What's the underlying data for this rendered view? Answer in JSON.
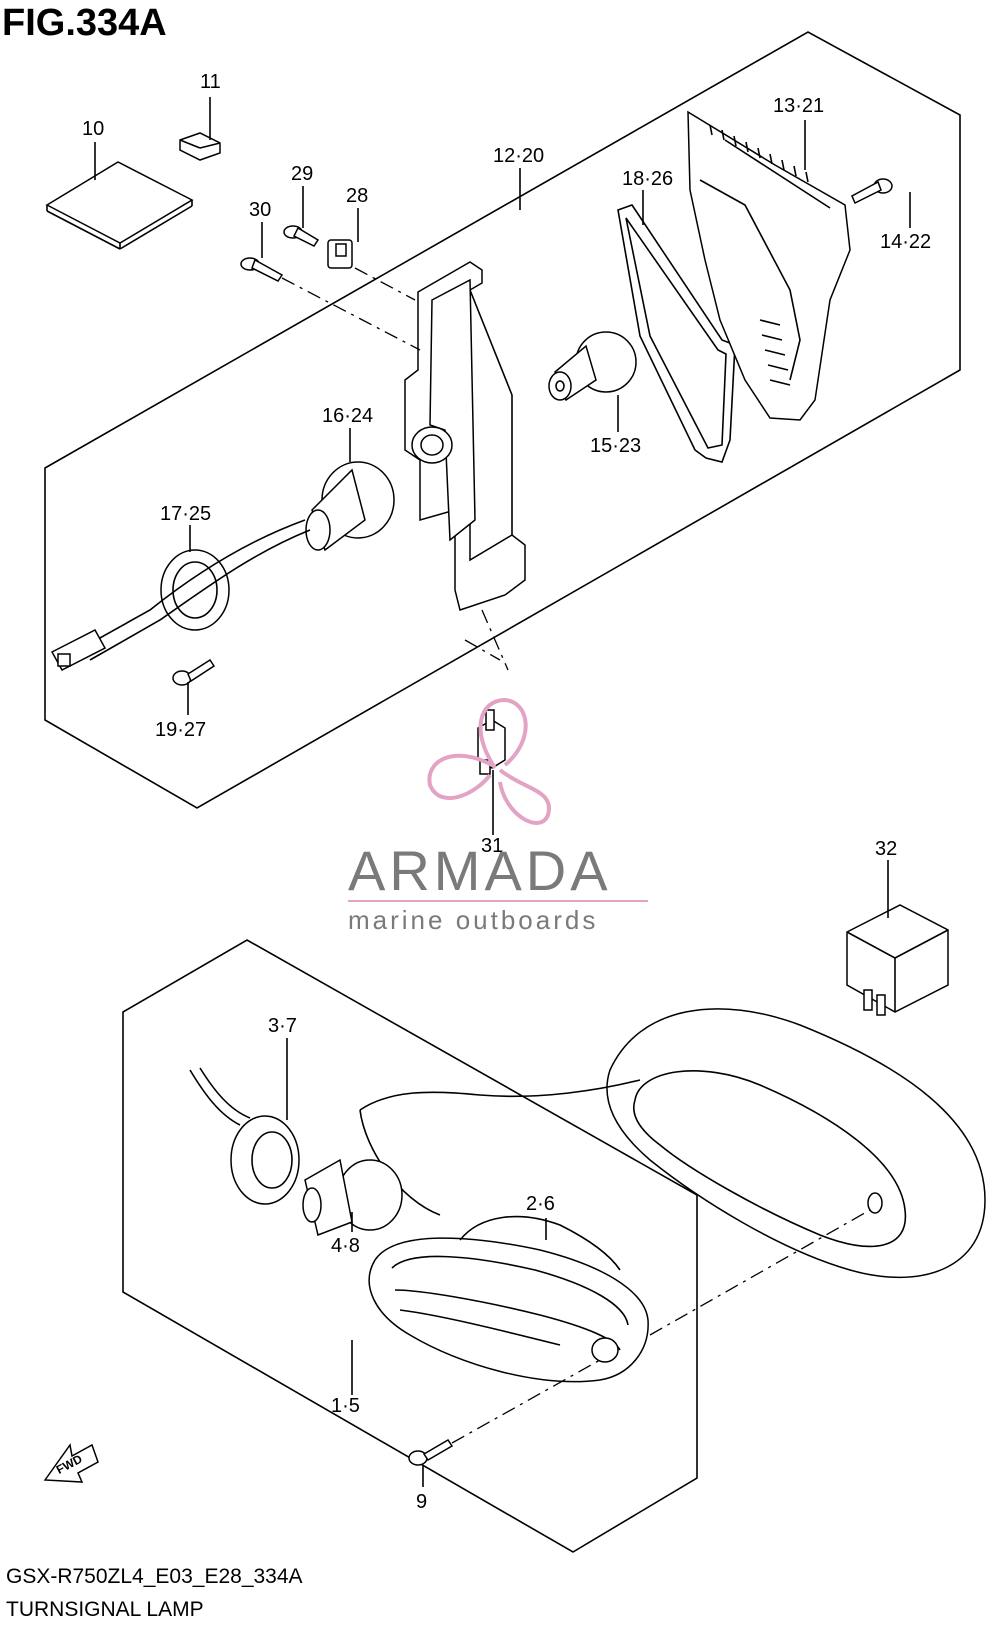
{
  "figure": {
    "title": "FIG.334A",
    "model_code": "GSX-R750ZL4_E03_E28_334A",
    "name": "TURNSIGNAL LAMP"
  },
  "watermark": {
    "name": "ARMADA",
    "tagline": "marine outboards",
    "accent_color": "#e3a3c4",
    "text_color": "#7a7a7a"
  },
  "fwd_marker": "FWD",
  "callouts": {
    "c10": "10",
    "c11": "11",
    "c29": "29",
    "c28": "28",
    "c30": "30",
    "c1220": "12·20",
    "c1826": "18·26",
    "c1321": "13·21",
    "c1422": "14·22",
    "c1523": "15·23",
    "c1624": "16·24",
    "c1725": "17·25",
    "c1927": "19·27",
    "c31": "31",
    "c32": "32",
    "c37": "3·7",
    "c26": "2·6",
    "c48": "4·8",
    "c15": "1·5",
    "c9": "9"
  }
}
